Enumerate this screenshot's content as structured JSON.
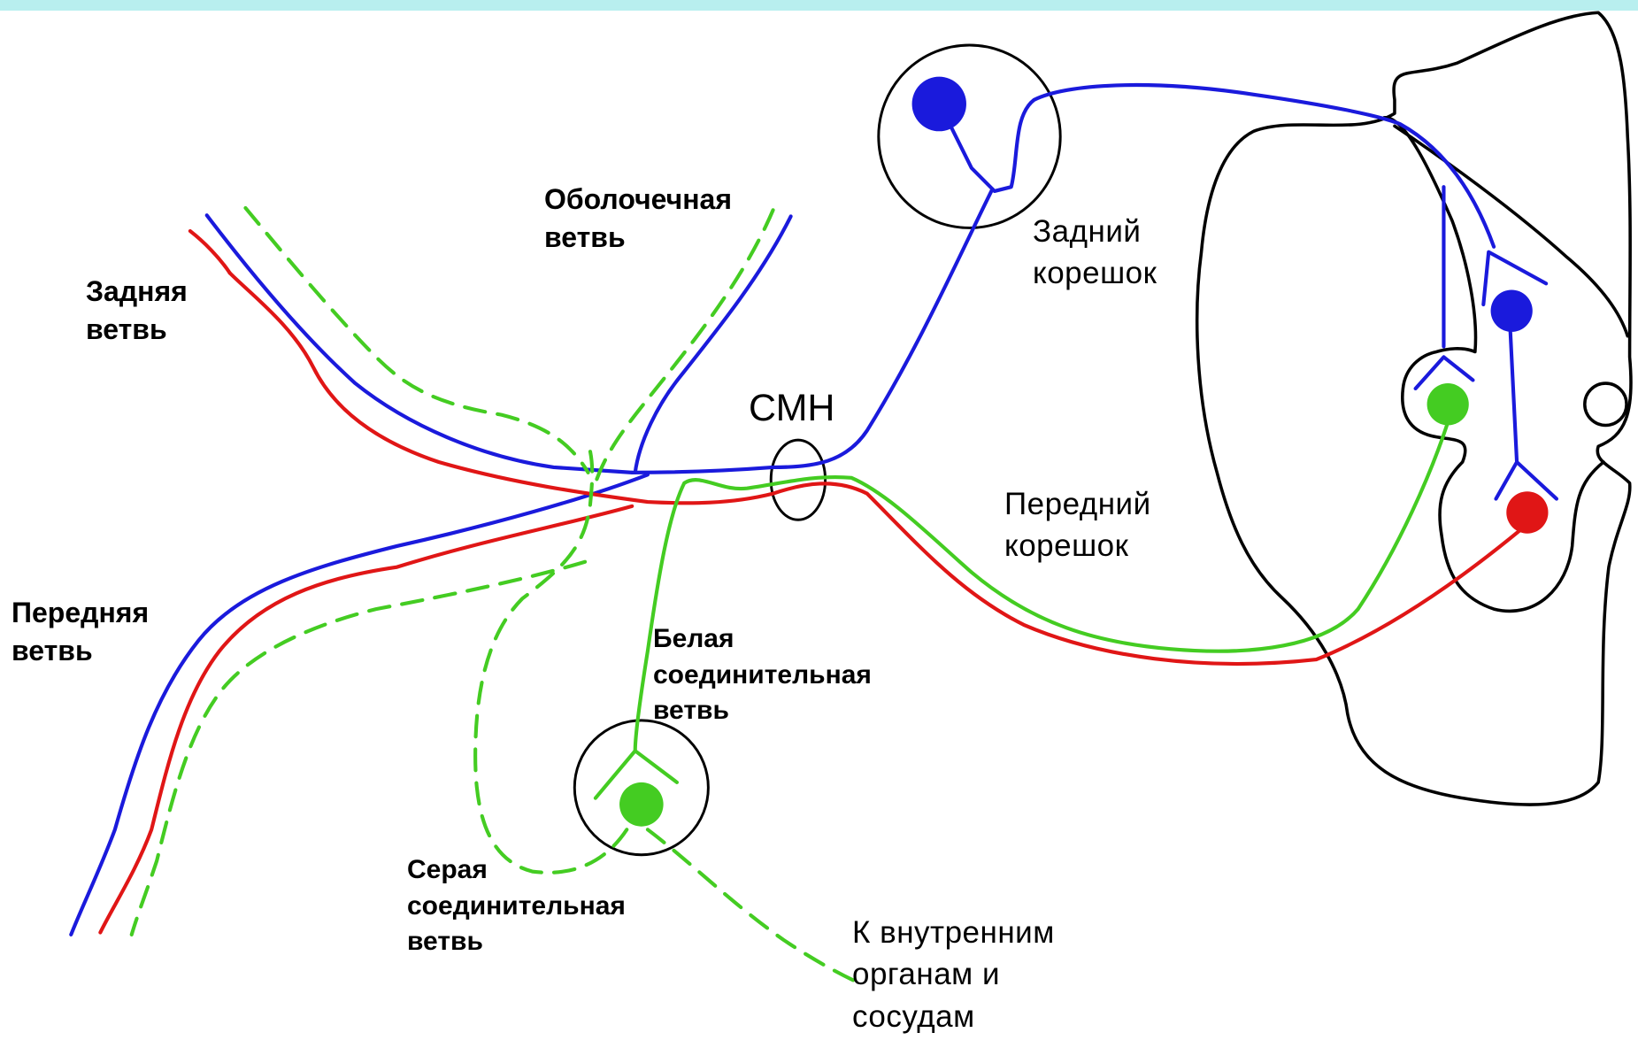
{
  "labels": {
    "meningeal_branch": [
      "Оболочечная",
      "ветвь"
    ],
    "posterior_branch": [
      "Задняя",
      "ветвь"
    ],
    "anterior_branch": [
      "Передняя",
      "ветвь"
    ],
    "posterior_root": [
      "Задний",
      "корешок"
    ],
    "anterior_root": [
      "Передний",
      "корешок"
    ],
    "smn": "СМН",
    "white_ramus": [
      "Белая",
      "соединительная",
      "ветвь"
    ],
    "gray_ramus": [
      "Серая",
      "соединительная",
      "ветвь"
    ],
    "to_organs": [
      "К внутренним",
      "органам и",
      "сосудам"
    ]
  },
  "colors": {
    "sensory": "#1a1adc",
    "motor": "#e01616",
    "autonomic": "#44cc22",
    "outline": "#000000",
    "top_bar": "#b8efef"
  }
}
